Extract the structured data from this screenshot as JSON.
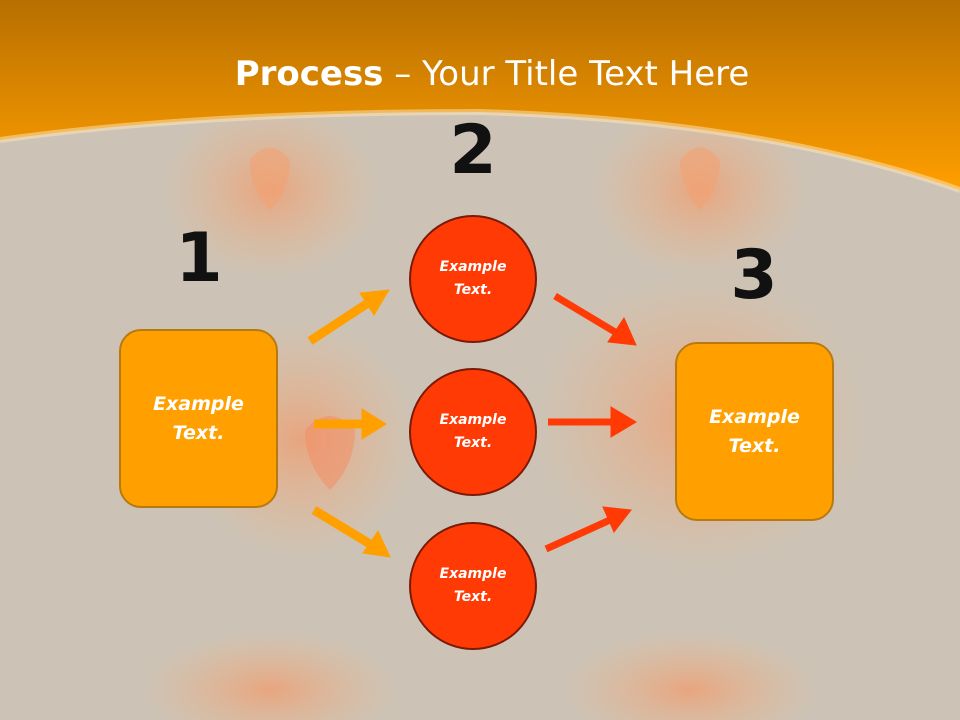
{
  "title": {
    "bold": "Process",
    "rest": " – Your Title Text Here"
  },
  "steps": {
    "one": {
      "number": "1",
      "text": "Example Text."
    },
    "two": {
      "number": "2",
      "items": [
        "Example Text.",
        "Example Text.",
        "Example Text."
      ]
    },
    "three": {
      "number": "3",
      "text": "Example Text."
    }
  },
  "colors": {
    "header_orange": "#ff9f00",
    "box_orange": "#ffa000",
    "circle_red": "#ff3a05",
    "arrow_orange": "#ffa000",
    "arrow_red": "#ff3a05",
    "background": "#ccc3b6"
  },
  "icons": [
    "arrow-right-icon",
    "arrow-up-right-icon",
    "arrow-down-right-icon"
  ]
}
